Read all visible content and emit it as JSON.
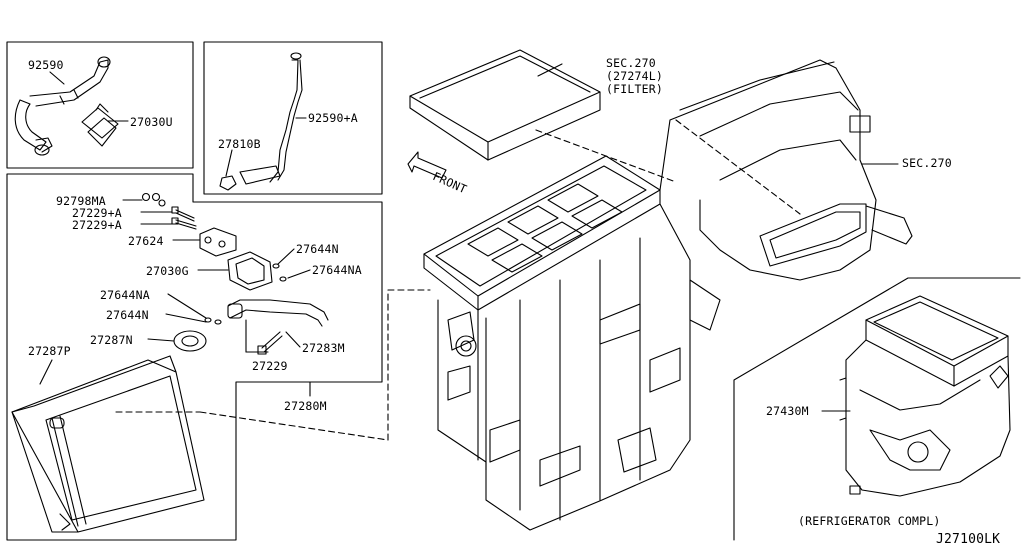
{
  "diagram_id": "J27100LK",
  "labels": {
    "p92590": "92590",
    "p27030u": "27030U",
    "p92590a": "92590+A",
    "p27810b": "27810B",
    "p92798ma": "92798MA",
    "p27229a1": "27229+A",
    "p27229a2": "27229+A",
    "p27624": "27624",
    "p27644n_1": "27644N",
    "p27030g": "27030G",
    "p27644na_1": "27644NA",
    "p27644na_2": "27644NA",
    "p27644n_2": "27644N",
    "p27287n": "27287N",
    "p27287p": "27287P",
    "p27283m": "27283M",
    "p27229": "27229",
    "p27280m": "27280M",
    "sec270_filter_1": "SEC.270",
    "sec270_filter_2": "(27274L)",
    "sec270_filter_3": "(FILTER)",
    "sec270": "SEC.270",
    "front": "FRONT",
    "p27430m": "27430M",
    "refrigerator": "(REFRIGERATOR COMPL)"
  }
}
